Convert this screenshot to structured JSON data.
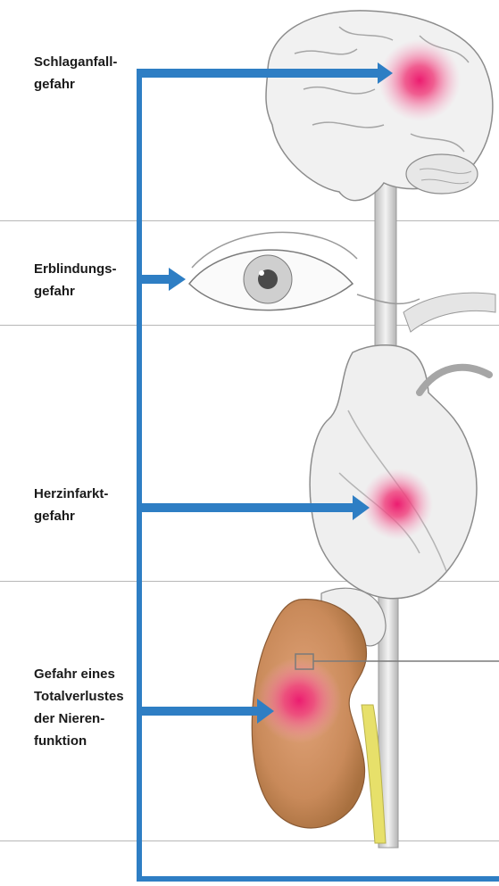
{
  "risks": [
    {
      "id": "stroke",
      "label": "Schlaganfall-\ngefahr",
      "organ": "brain"
    },
    {
      "id": "blindness",
      "label": "Erblindungs-\ngefahr",
      "organ": "eye"
    },
    {
      "id": "heart-attack",
      "label": "Herzinfarkt-\ngefahr",
      "organ": "heart"
    },
    {
      "id": "kidney-failure",
      "label": "Gefahr eines\nTotalverlustes\nder Nieren-\nfunktion",
      "organ": "kidney"
    }
  ],
  "colors": {
    "arrow": "#2e7ec4",
    "hotspot": "#ec1c70",
    "divider": "#b7b7b7",
    "label": "#1a1a1a",
    "kidney": "#c98a5a",
    "ureter": "#e7e06a",
    "organ_outline": "#8c8c8c"
  },
  "icons": [
    "brain-illustration",
    "eye-illustration",
    "heart-illustration",
    "kidney-illustration",
    "detail-marker-icon"
  ]
}
